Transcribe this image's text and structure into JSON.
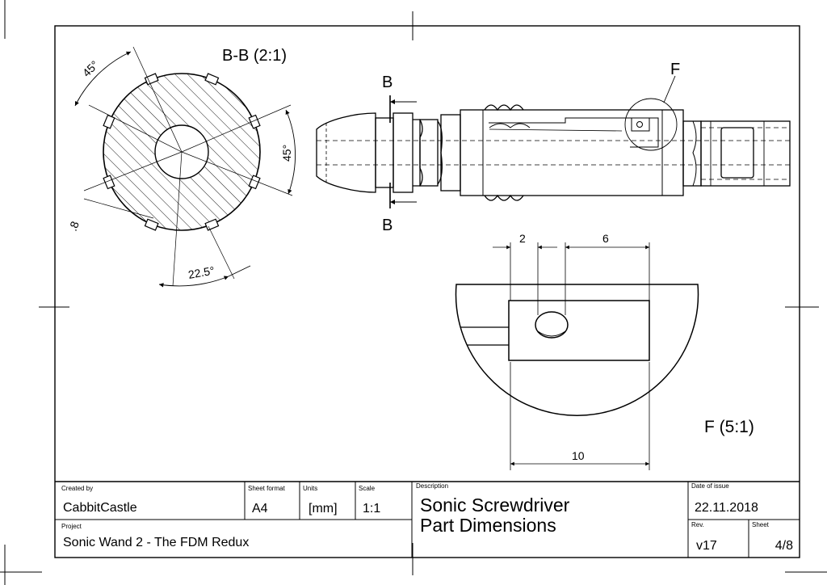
{
  "views": {
    "section_title": "B-B (2:1)",
    "detail_title": "F (5:1)",
    "section_marker": "B",
    "detail_marker": "F"
  },
  "dimensions": {
    "angle_top": "45°",
    "angle_right": "45°",
    "angle_bottom": "22.5°",
    "groove_depth": ".8",
    "detail_2": "2",
    "detail_6": "6",
    "detail_10": "10"
  },
  "title_block": {
    "created_by_label": "Created by",
    "created_by": "CabbitCastle",
    "sheet_format_label": "Sheet format",
    "sheet_format": "A4",
    "units_label": "Units",
    "units": "[mm]",
    "scale_label": "Scale",
    "scale": "1:1",
    "project_label": "Project",
    "project": "Sonic Wand 2 - The FDM Redux",
    "description_label": "Description",
    "description_line1": "Sonic Screwdriver",
    "description_line2": "Part Dimensions",
    "date_label": "Date of issue",
    "date": "22.11.2018",
    "rev_label": "Rev.",
    "rev": "v17",
    "sheet_label": "Sheet",
    "sheet": "4/8"
  }
}
